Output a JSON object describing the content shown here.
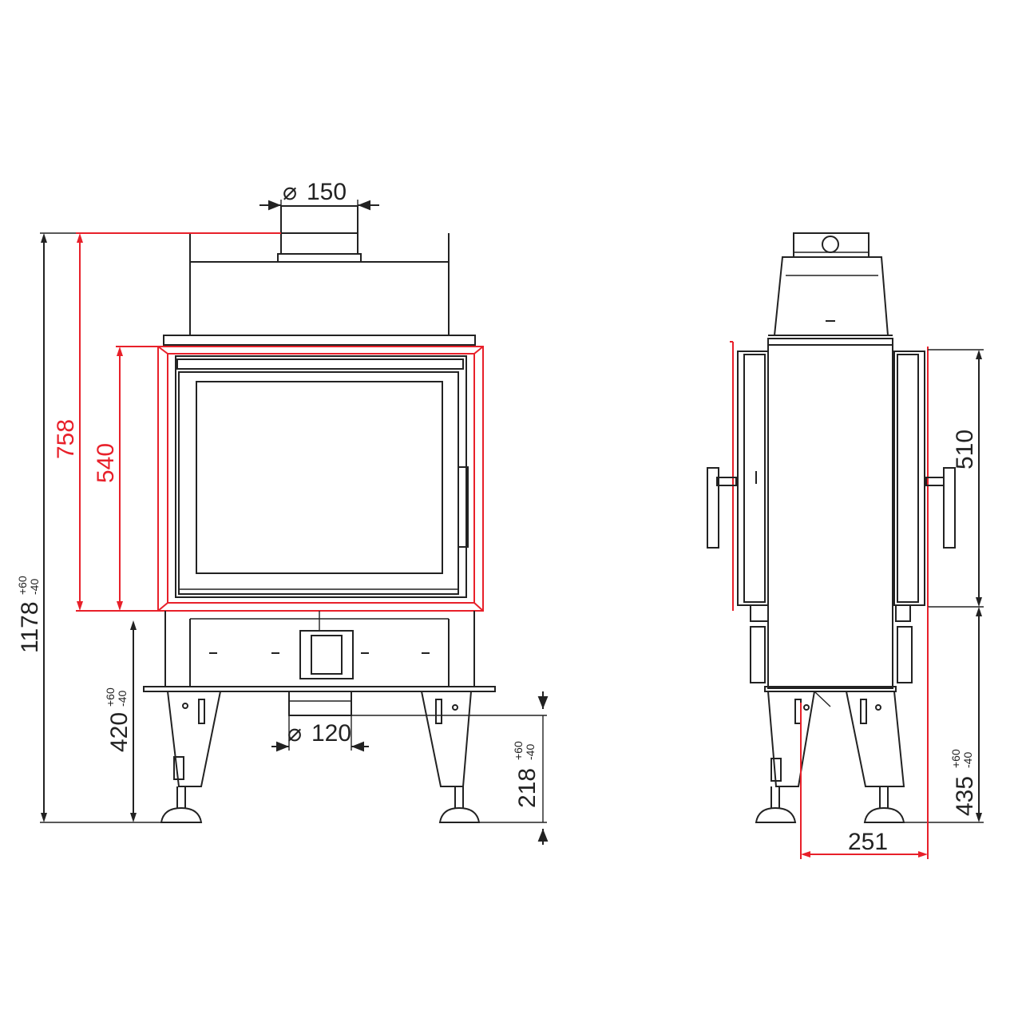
{
  "front_view": {
    "flue_top": {
      "symbol": "⌀",
      "value": "150"
    },
    "flue_bottom": {
      "symbol": "⌀",
      "value": "120"
    },
    "height_total": {
      "value": "1178",
      "tol_plus": "+60",
      "tol_minus": "-40"
    },
    "height_frame": {
      "value": "758"
    },
    "height_door": {
      "value": "540"
    },
    "height_base": {
      "value": "420",
      "tol_plus": "+60",
      "tol_minus": "-40"
    },
    "height_inlet": {
      "value": "218",
      "tol_plus": "+60",
      "tol_minus": "-40"
    }
  },
  "side_view": {
    "height_door": {
      "value": "510"
    },
    "height_base": {
      "value": "435",
      "tol_plus": "+60",
      "tol_minus": "-40"
    },
    "depth": {
      "value": "251"
    }
  },
  "colors": {
    "outline": "#222222",
    "highlight": "#e8202a"
  }
}
